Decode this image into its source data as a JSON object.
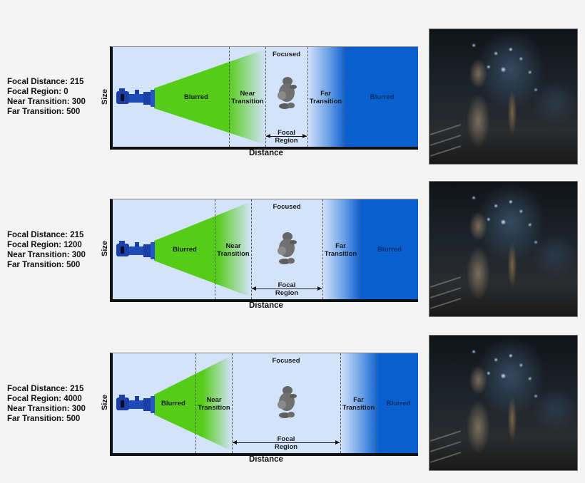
{
  "diagram": {
    "axis_y_label": "Size",
    "axis_x_label": "Distance",
    "zone_labels": {
      "near_blurred": "Blurred",
      "near_transition_line1": "Near",
      "near_transition_line2": "Transition",
      "focused": "Focused",
      "far_transition_line1": "Far",
      "far_transition_line2": "Transition",
      "far_blurred": "Blurred",
      "focal_region_line1": "Focal",
      "focal_region_line2": "Region"
    },
    "colors": {
      "background": "#f4f4f4",
      "panel_fill": "#d3e3fa",
      "near_blur_green": "#55cc18",
      "far_blur_blue": "#0a5fcf",
      "camera_blue": "#1b3fa8"
    }
  },
  "rows": [
    {
      "params": {
        "focal_distance": "Focal Distance: 215",
        "focal_region": "Focal Region: 0",
        "near_transition": "Near Transition: 300",
        "far_transition": "Far Transition: 500"
      },
      "values": {
        "focal_distance": 215,
        "focal_region": 0,
        "near_transition": 300,
        "far_transition": 500
      }
    },
    {
      "params": {
        "focal_distance": "Focal Distance: 215",
        "focal_region": "Focal Region: 1200",
        "near_transition": "Near Transition: 300",
        "far_transition": "Far Transition: 500"
      },
      "values": {
        "focal_distance": 215,
        "focal_region": 1200,
        "near_transition": 300,
        "far_transition": 500
      }
    },
    {
      "params": {
        "focal_distance": "Focal Distance: 215",
        "focal_region": "Focal Region: 4000",
        "near_transition": "Near Transition: 300",
        "far_transition": "Far Transition: 500"
      },
      "values": {
        "focal_distance": 215,
        "focal_region": 4000,
        "near_transition": 300,
        "far_transition": 500
      }
    }
  ],
  "icons": {
    "camera": "camera-icon",
    "subject": "character-figure-icon",
    "focal_arrow": "double-arrow-icon"
  }
}
